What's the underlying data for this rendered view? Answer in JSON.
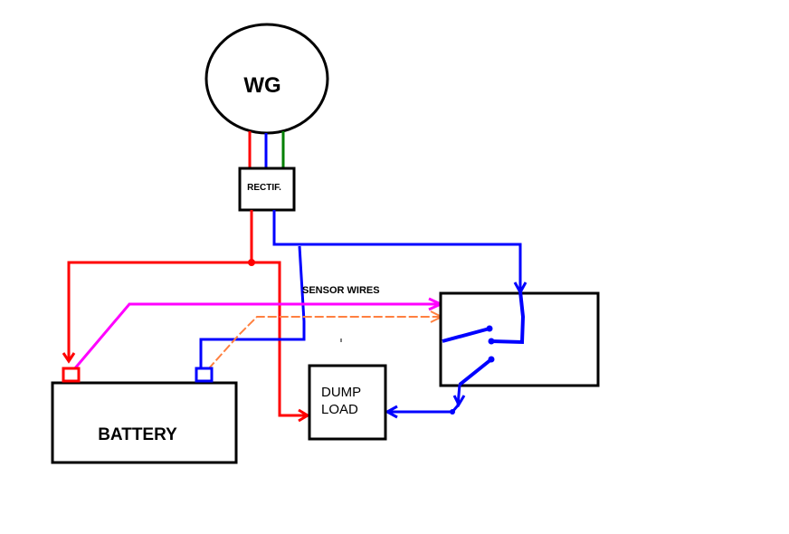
{
  "diagram": {
    "generator_label": "WG",
    "rectifier_label": "RECTIF.",
    "sensor_label": "SENSOR WIRES",
    "dump_load": {
      "line1": "DUMP",
      "line2": "LOAD"
    },
    "battery_label": "BATTERY"
  },
  "colors": {
    "outline": "#000000",
    "positive_wire": "#ff0000",
    "negative_wire": "#0000ff",
    "ground_wire": "#008000",
    "sensor_positive": "#ff00ff",
    "sensor_negative": "#ff8040",
    "background": "#ffffff"
  }
}
